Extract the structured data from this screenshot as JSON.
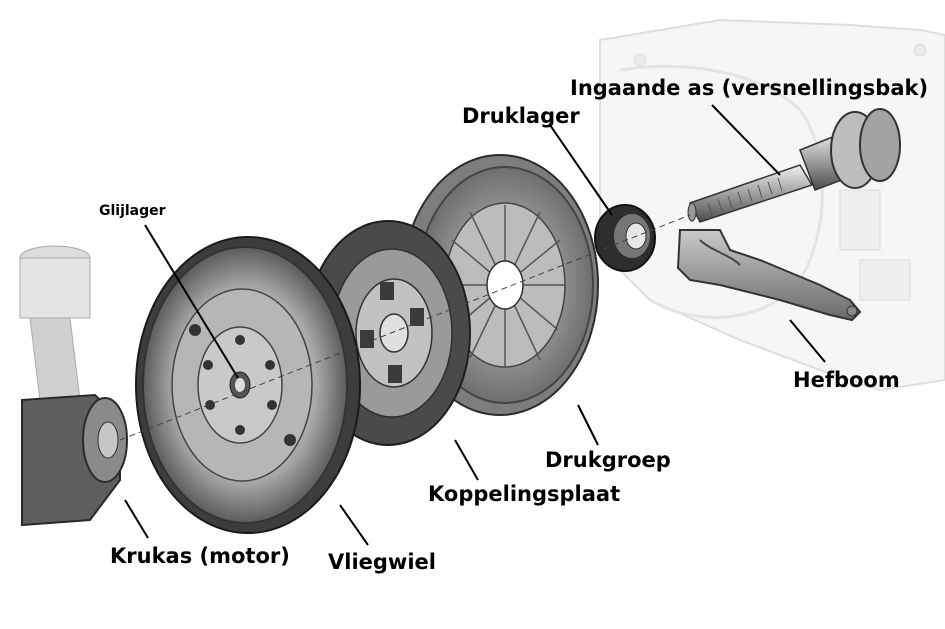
{
  "diagram": {
    "labels": {
      "glijlager": "Glijlager",
      "krukas": "Krukas (motor)",
      "vliegwiel": "Vliegwiel",
      "koppelingsplaat": "Koppelingsplaat",
      "drukgroep": "Drukgroep",
      "druklager": "Druklager",
      "ingaande_as": "Ingaande as (versnellingsbak)",
      "hefboom": "Hefboom"
    },
    "colors": {
      "metal_dark": "#3a3a3a",
      "metal_mid": "#8c8c8c",
      "metal_light": "#c8c8c8",
      "housing": "#e6e6e6",
      "friction": "#4a4a4a"
    }
  }
}
